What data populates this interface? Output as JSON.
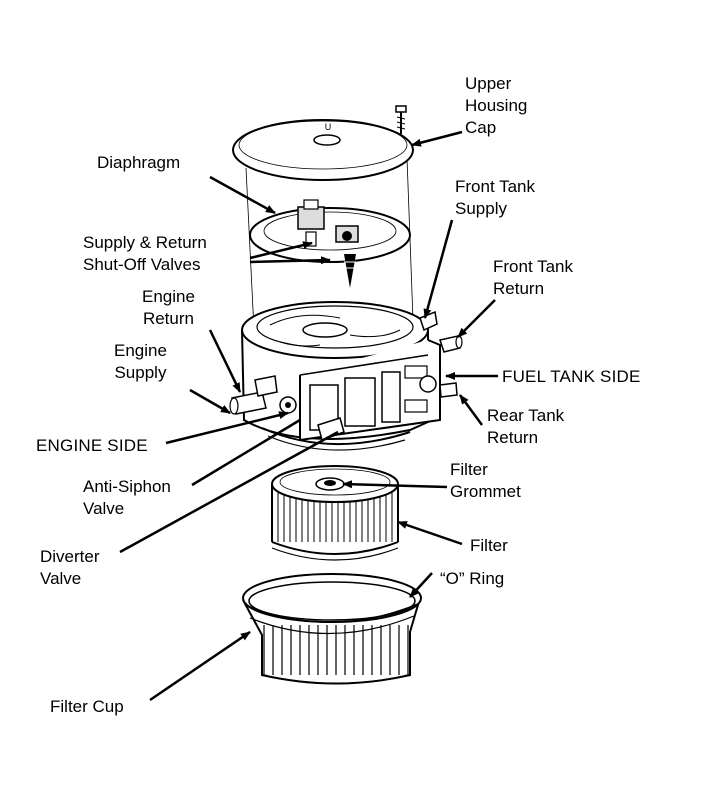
{
  "labels": {
    "upper_housing_cap": [
      "Upper",
      "Housing",
      "Cap"
    ],
    "diaphragm": "Diaphragm",
    "front_tank_supply": [
      "Front Tank",
      "Supply"
    ],
    "supply_return_valves": [
      "Supply & Return",
      "Shut-Off Valves"
    ],
    "front_tank_return": [
      "Front Tank",
      "Return"
    ],
    "engine_return": [
      "Engine",
      "Return"
    ],
    "engine_supply": [
      "Engine",
      "Supply"
    ],
    "fuel_tank_side": "FUEL TANK SIDE",
    "rear_tank_return": [
      "Rear Tank",
      "Return"
    ],
    "engine_side": "ENGINE SIDE",
    "filter_grommet": [
      "Filter",
      "Grommet"
    ],
    "anti_siphon_valve": [
      "Anti-Siphon",
      "Valve"
    ],
    "filter": "Filter",
    "diverter_valve": [
      "Diverter",
      "Valve"
    ],
    "o_ring": "“O” Ring",
    "filter_cup": "Filter Cup"
  },
  "cap_mark": "U"
}
